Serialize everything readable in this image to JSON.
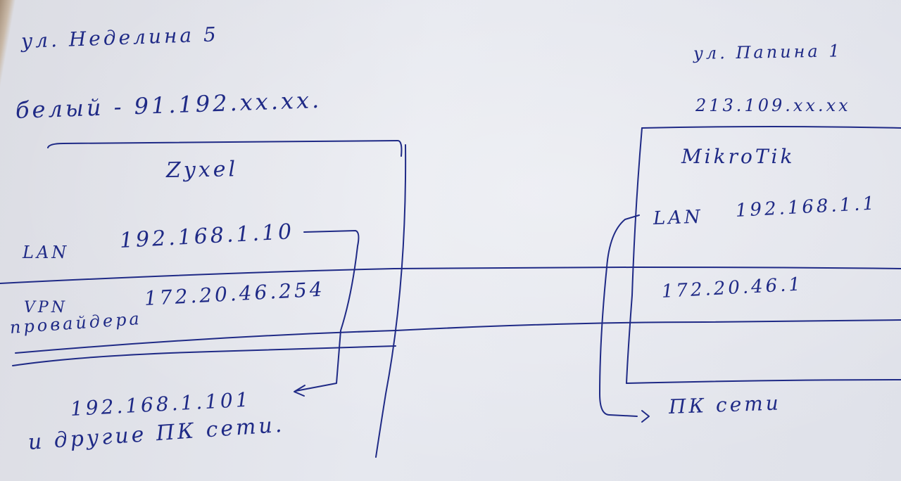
{
  "left_site": {
    "street": "ул. Неделина 5",
    "white_ip": "белый - 91.192.xx.xx.",
    "router": {
      "title": "Zyxel",
      "lan_label": "LAN",
      "lan_ip": "192.168.1.10",
      "vpn_label": "VPN",
      "vpn_ip": "172.20.46.254",
      "provider_label": "провайдера"
    },
    "pc_ip": "192.168.1.101",
    "pc_caption": "и другие ПК сети."
  },
  "right_site": {
    "street": "ул. Папина 1",
    "ip": "213.109.xx.xx",
    "router": {
      "title": "MikroTik",
      "lan_label": "LAN",
      "lan_ip": "192.168.1.1",
      "vpn_ip": "172.20.46.1"
    },
    "pc_caption": "ПК сети"
  },
  "colors": {
    "ink": "#1f2a86",
    "paper": "#e4e6ee"
  }
}
